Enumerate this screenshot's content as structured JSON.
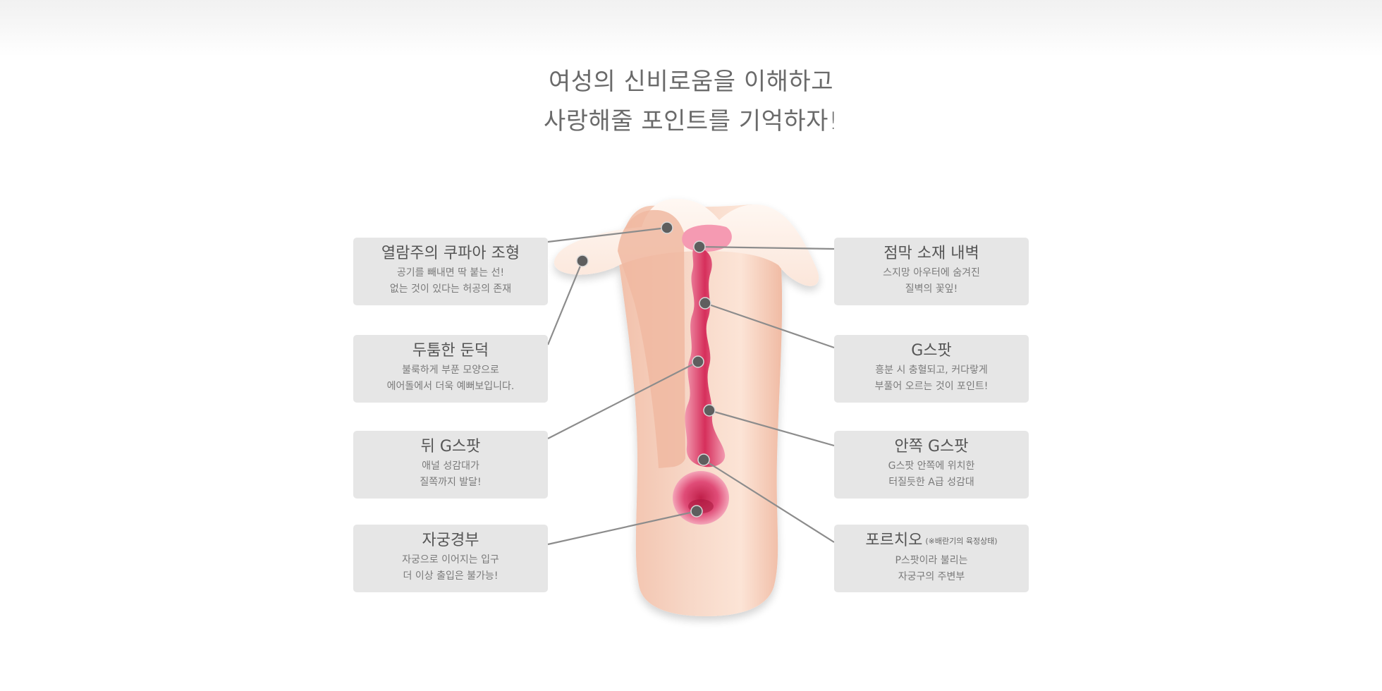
{
  "headline": {
    "line1": "여성의 신비로움을 이해하고",
    "line2": "사랑해줄 포인트를 기억하자!"
  },
  "colors": {
    "box_bg": "#e6e6e6",
    "leader_line": "#8c8c8c",
    "marker_dot": "#5e5e5e",
    "title_text": "#555555",
    "desc_text": "#7a7a7a"
  },
  "left_labels": [
    {
      "title": "열람주의 쿠파아 조형",
      "desc1": "공기를 빼내면 딱 붙는 선!",
      "desc2": "없는 것이 있다는 허공의 존재"
    },
    {
      "title": "두툼한 둔덕",
      "desc1": "불룩하게 부푼 모양으로",
      "desc2": "에어돌에서 더욱 예뻐보입니다."
    },
    {
      "title": "뒤 G스팟",
      "desc1": "애널 성감대가",
      "desc2": "질쪽까지 발달!"
    },
    {
      "title": "자궁경부",
      "desc1": "자궁으로 이어지는 입구",
      "desc2": "더 이상 출입은 불가능!"
    }
  ],
  "right_labels": [
    {
      "title": "점막 소재 내벽",
      "note": "",
      "desc1": "스지망 아우터에 숨겨진",
      "desc2": "질벽의 꽃잎!"
    },
    {
      "title": "G스팟",
      "note": "",
      "desc1": "흥분 시 충혈되고, 커다랗게",
      "desc2": "부풀어 오르는 것이 포인트!"
    },
    {
      "title": "안쪽 G스팟",
      "note": "",
      "desc1": "G스팟 안쪽에 위치한",
      "desc2": "터질듯한 A급 성감대"
    },
    {
      "title": "포르치오",
      "note": "(※배란기의 육정상태)",
      "desc1": "P스팟이라 불리는",
      "desc2": "자궁구의 주변부"
    }
  ]
}
